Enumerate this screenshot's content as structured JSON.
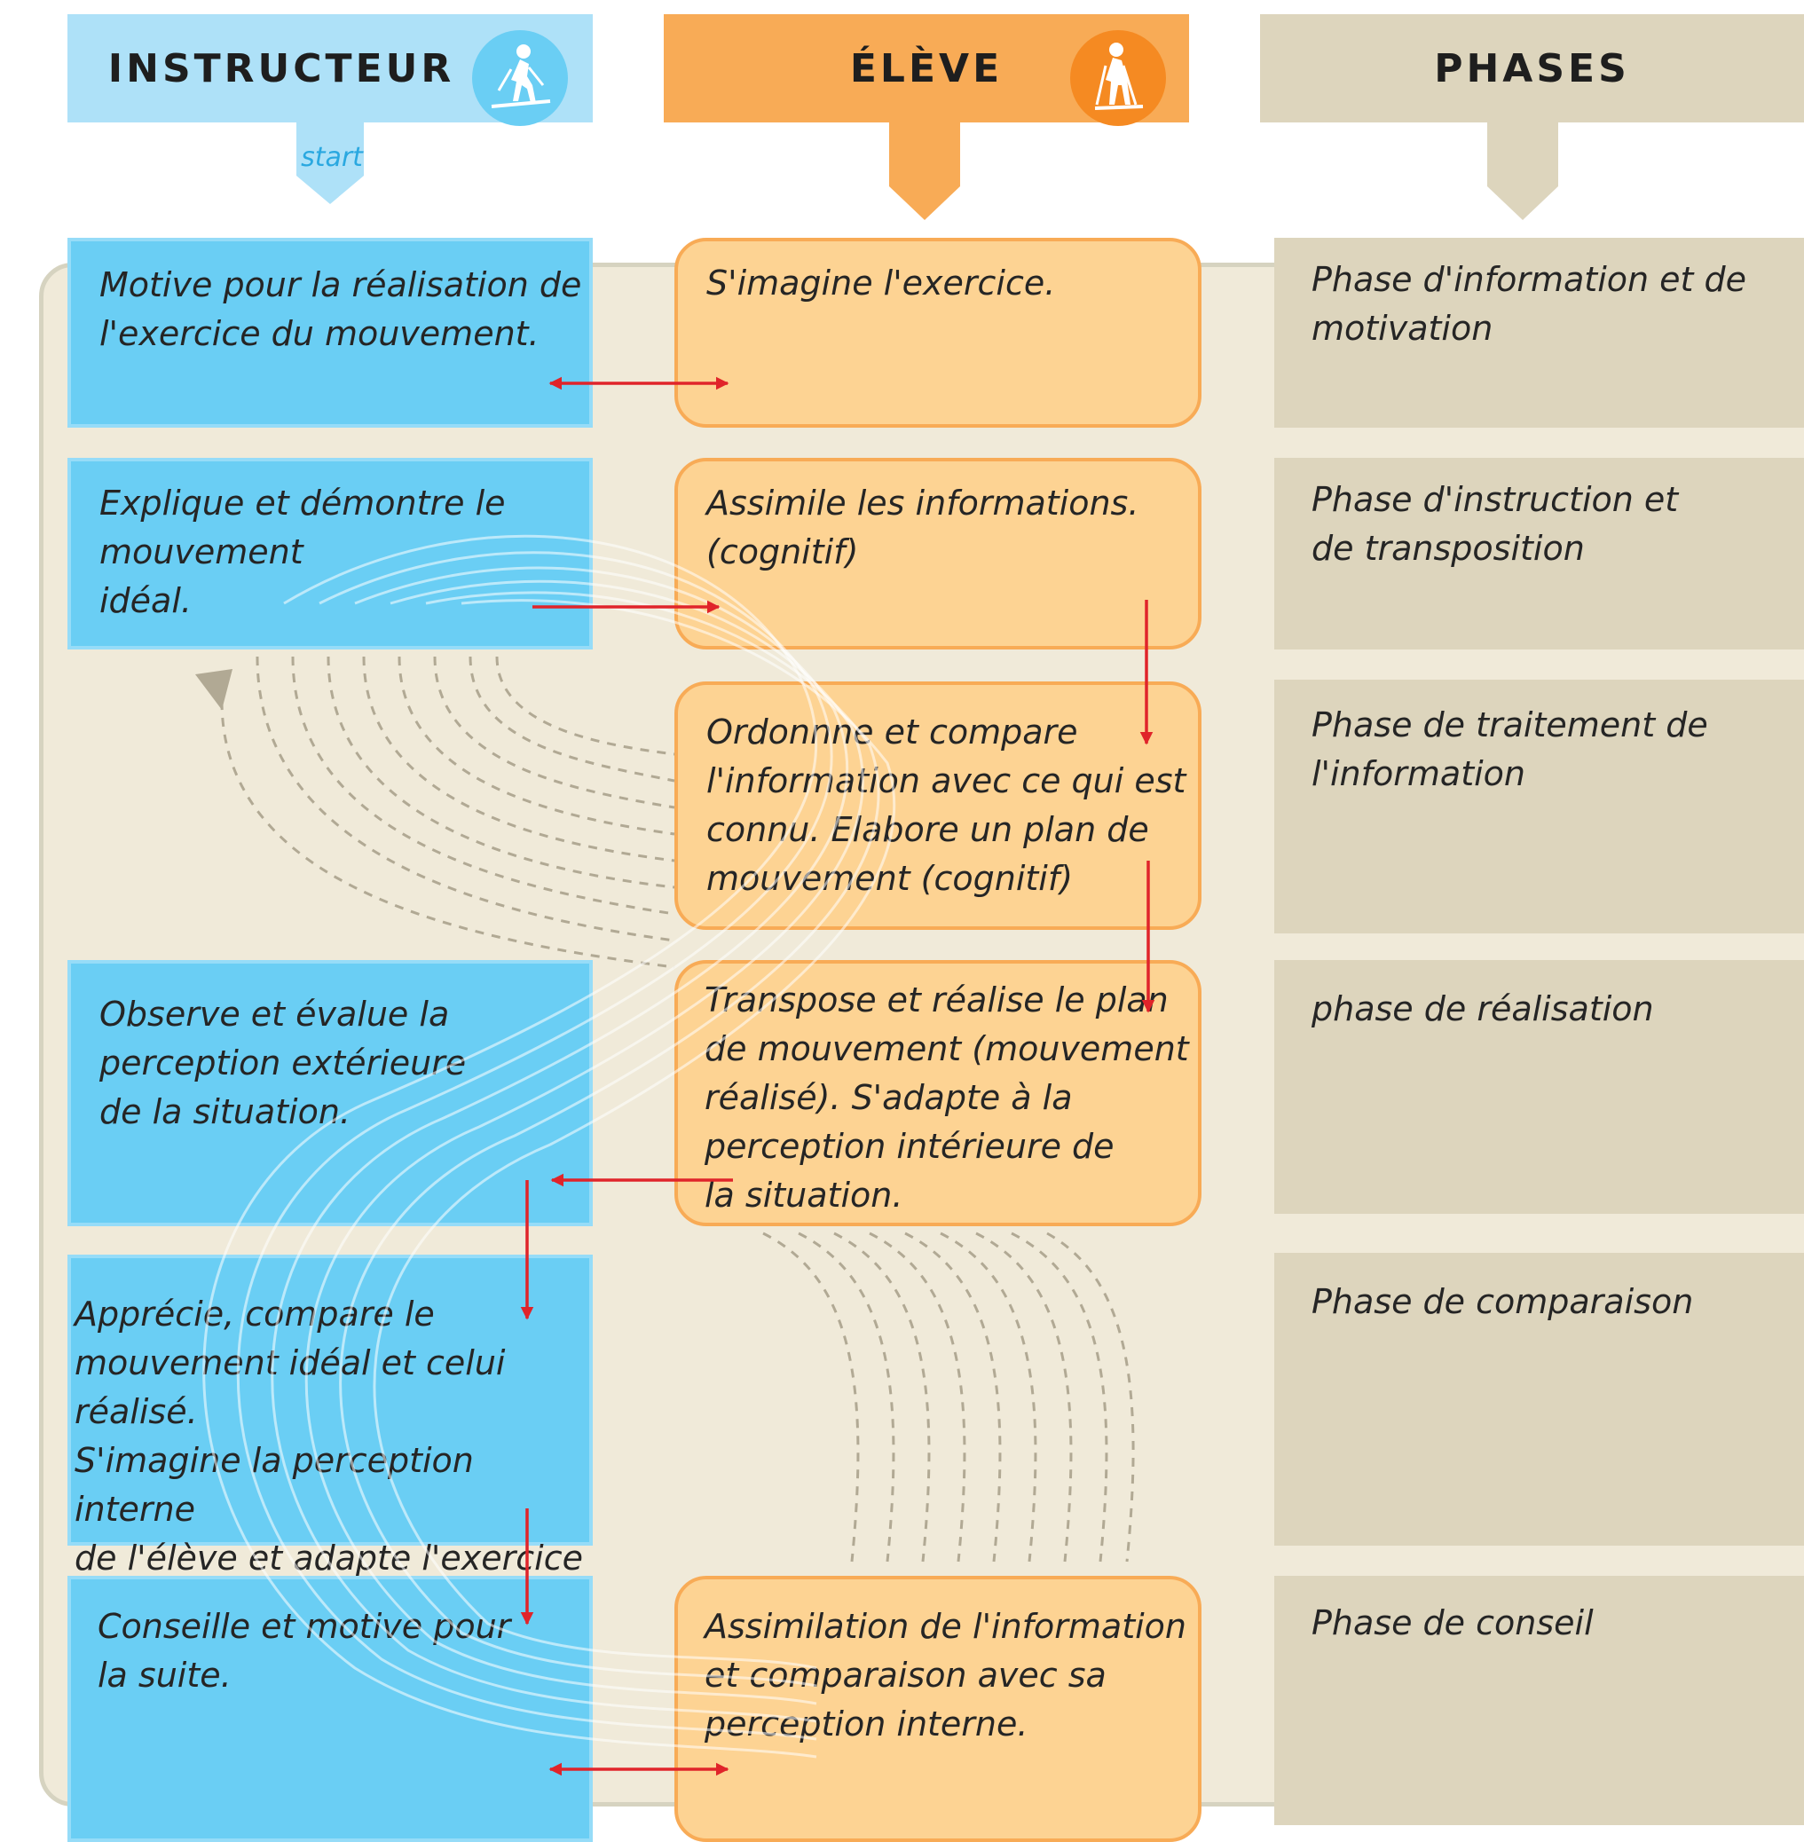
{
  "headers": {
    "instructor": {
      "title": "INSTRUCTEUR",
      "start": "start",
      "icon": "skier-icon"
    },
    "student": {
      "title": "ÉLÈVE",
      "icon": "skier-poles-icon"
    },
    "phases": {
      "title": "PHASES"
    }
  },
  "instructor": [
    "Motive pour la réalisation de\nl'exercice du mouvement.",
    "Explique et démontre le\nmouvement\nidéal.",
    "Observe et évalue la\nperception extérieure\nde la situation.",
    "Apprécie, compare le\nmouvement idéal et celui réalisé.\nS'imagine la perception interne\nde l'élève et adapte l'exercice\ndu mouvement en conséquence.",
    "Conseille et motive pour\nla suite."
  ],
  "student": [
    "S'imagine l'exercice.",
    "Assimile les informations.\n(cognitif)",
    "Ordonnne et compare\nl'information avec ce qui est\nconnu. Elabore un plan de\nmouvement (cognitif)",
    "Transpose et réalise le plan\nde mouvement (mouvement\nréalisé). S'adapte à la\nperception intérieure de\n    la situation.",
    "Assimilation de l'information\net comparaison avec sa\nperception interne."
  ],
  "phases": [
    "Phase d'information et de\nmotivation",
    "Phase d'instruction et\nde transposition",
    "Phase de traitement de\nl'information",
    "phase de réalisation",
    "Phase de comparaison",
    "Phase de conseil"
  ],
  "colors": {
    "instructor": "#6acef4",
    "instructor_header": "#aee1f8",
    "student": "#fdd393",
    "student_header": "#f8ab56",
    "phase": "#ddd5bd",
    "panel": "#f0ead9",
    "arrow": "#e0242a"
  }
}
